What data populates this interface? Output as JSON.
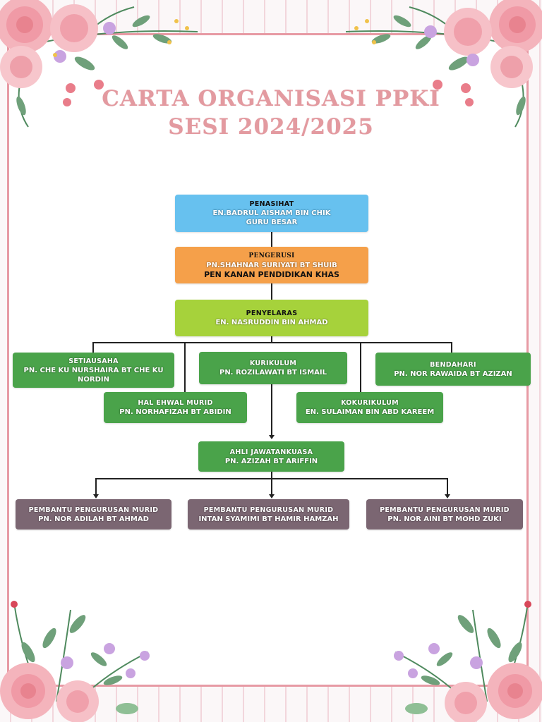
{
  "title": {
    "line1": "CARTA ORGANISASI PPKI",
    "line2": "SESI 2024/2025"
  },
  "colors": {
    "blue": "#67c1ef",
    "orange": "#f5a04a",
    "lime": "#a6d23b",
    "green": "#4aa34a",
    "purple": "#7b6672",
    "title": "#e39aa0",
    "border": "#e79aa4"
  },
  "chart": {
    "penasihat": {
      "role": "PENASIHAT",
      "name": "EN.BADRUL AISHAM BIN CHIK",
      "extra": "GURU BESAR"
    },
    "pengerusi": {
      "role": "PENGERUSI",
      "name": "PN.SHAHNAR SURIYATI BT SHUIB",
      "extra": "PEN KANAN PENDIDIKAN KHAS"
    },
    "penyelaras": {
      "role": "PENYELARAS",
      "name": "EN. NASRUDDIN BIN AHMAD"
    },
    "setiausaha": {
      "role": "SETIAUSAHA",
      "name": "PN. CHE KU NURSHAIRA BT CHE KU NORDIN"
    },
    "kurikulum": {
      "role": "KURIKULUM",
      "name": "PN. ROZILAWATI BT ISMAIL"
    },
    "bendahari": {
      "role": "BENDAHARI",
      "name": "PN. NOR RAWAIDA BT AZIZAN"
    },
    "hem": {
      "role": "HAL EHWAL MURID",
      "name": "PN. NORHAFIZAH BT ABIDIN"
    },
    "kokurikulum": {
      "role": "KOKURIKULUM",
      "name": "EN. SULAIMAN BIN ABD KAREEM"
    },
    "ajk": {
      "role": "AHLI JAWATANKUASA",
      "name": "PN. AZIZAH BT ARIFFIN"
    },
    "ppm1": {
      "role": "PEMBANTU PENGURUSAN MURID",
      "name": "PN. NOR ADILAH BT AHMAD"
    },
    "ppm2": {
      "role": "PEMBANTU PENGURUSAN MURID",
      "name": "INTAN SYAMIMI BT HAMIR HAMZAH"
    },
    "ppm3": {
      "role": "PEMBANTU PENGURUSAN MURID",
      "name": "PN. NOR AINI BT MOHD ZUKI"
    }
  },
  "decorations": [
    "flower-corner-top-left",
    "flower-corner-top-right",
    "flower-corner-bottom-left",
    "flower-corner-bottom-right"
  ]
}
